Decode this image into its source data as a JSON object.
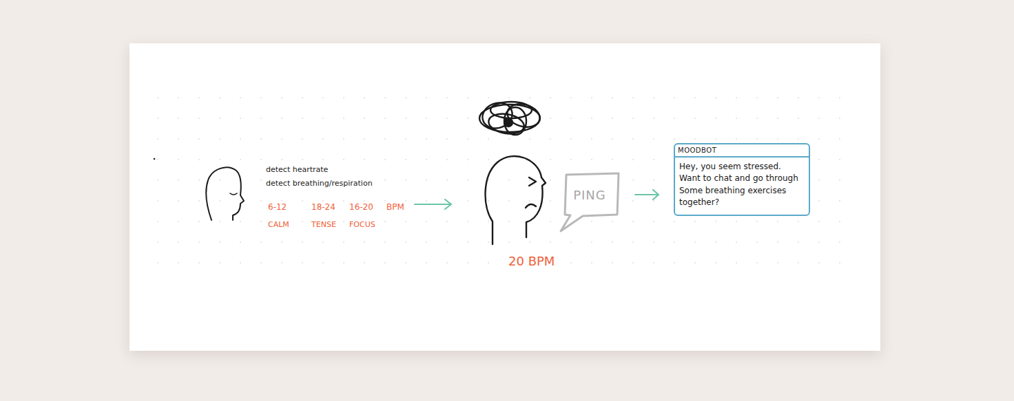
{
  "diagram": {
    "nodes": [
      {
        "text": [
          "PING"
        ]
      },
      {
        "text": [
          "MOODBOT",
          "Hey, you seem stressed. Want to chat and go through Some breathing exercises together?"
        ]
      }
    ],
    "edges": [
      {
        "from": 0,
        "to": 1,
        "arrow": "to"
      }
    ],
    "labels": [
      "detect heartrate",
      "detect breathing/respiration",
      "6-12",
      "18-24",
      "16-20",
      "BPM",
      "CALM",
      "TENSE",
      "FOCUS",
      "20 BPM"
    ]
  }
}
